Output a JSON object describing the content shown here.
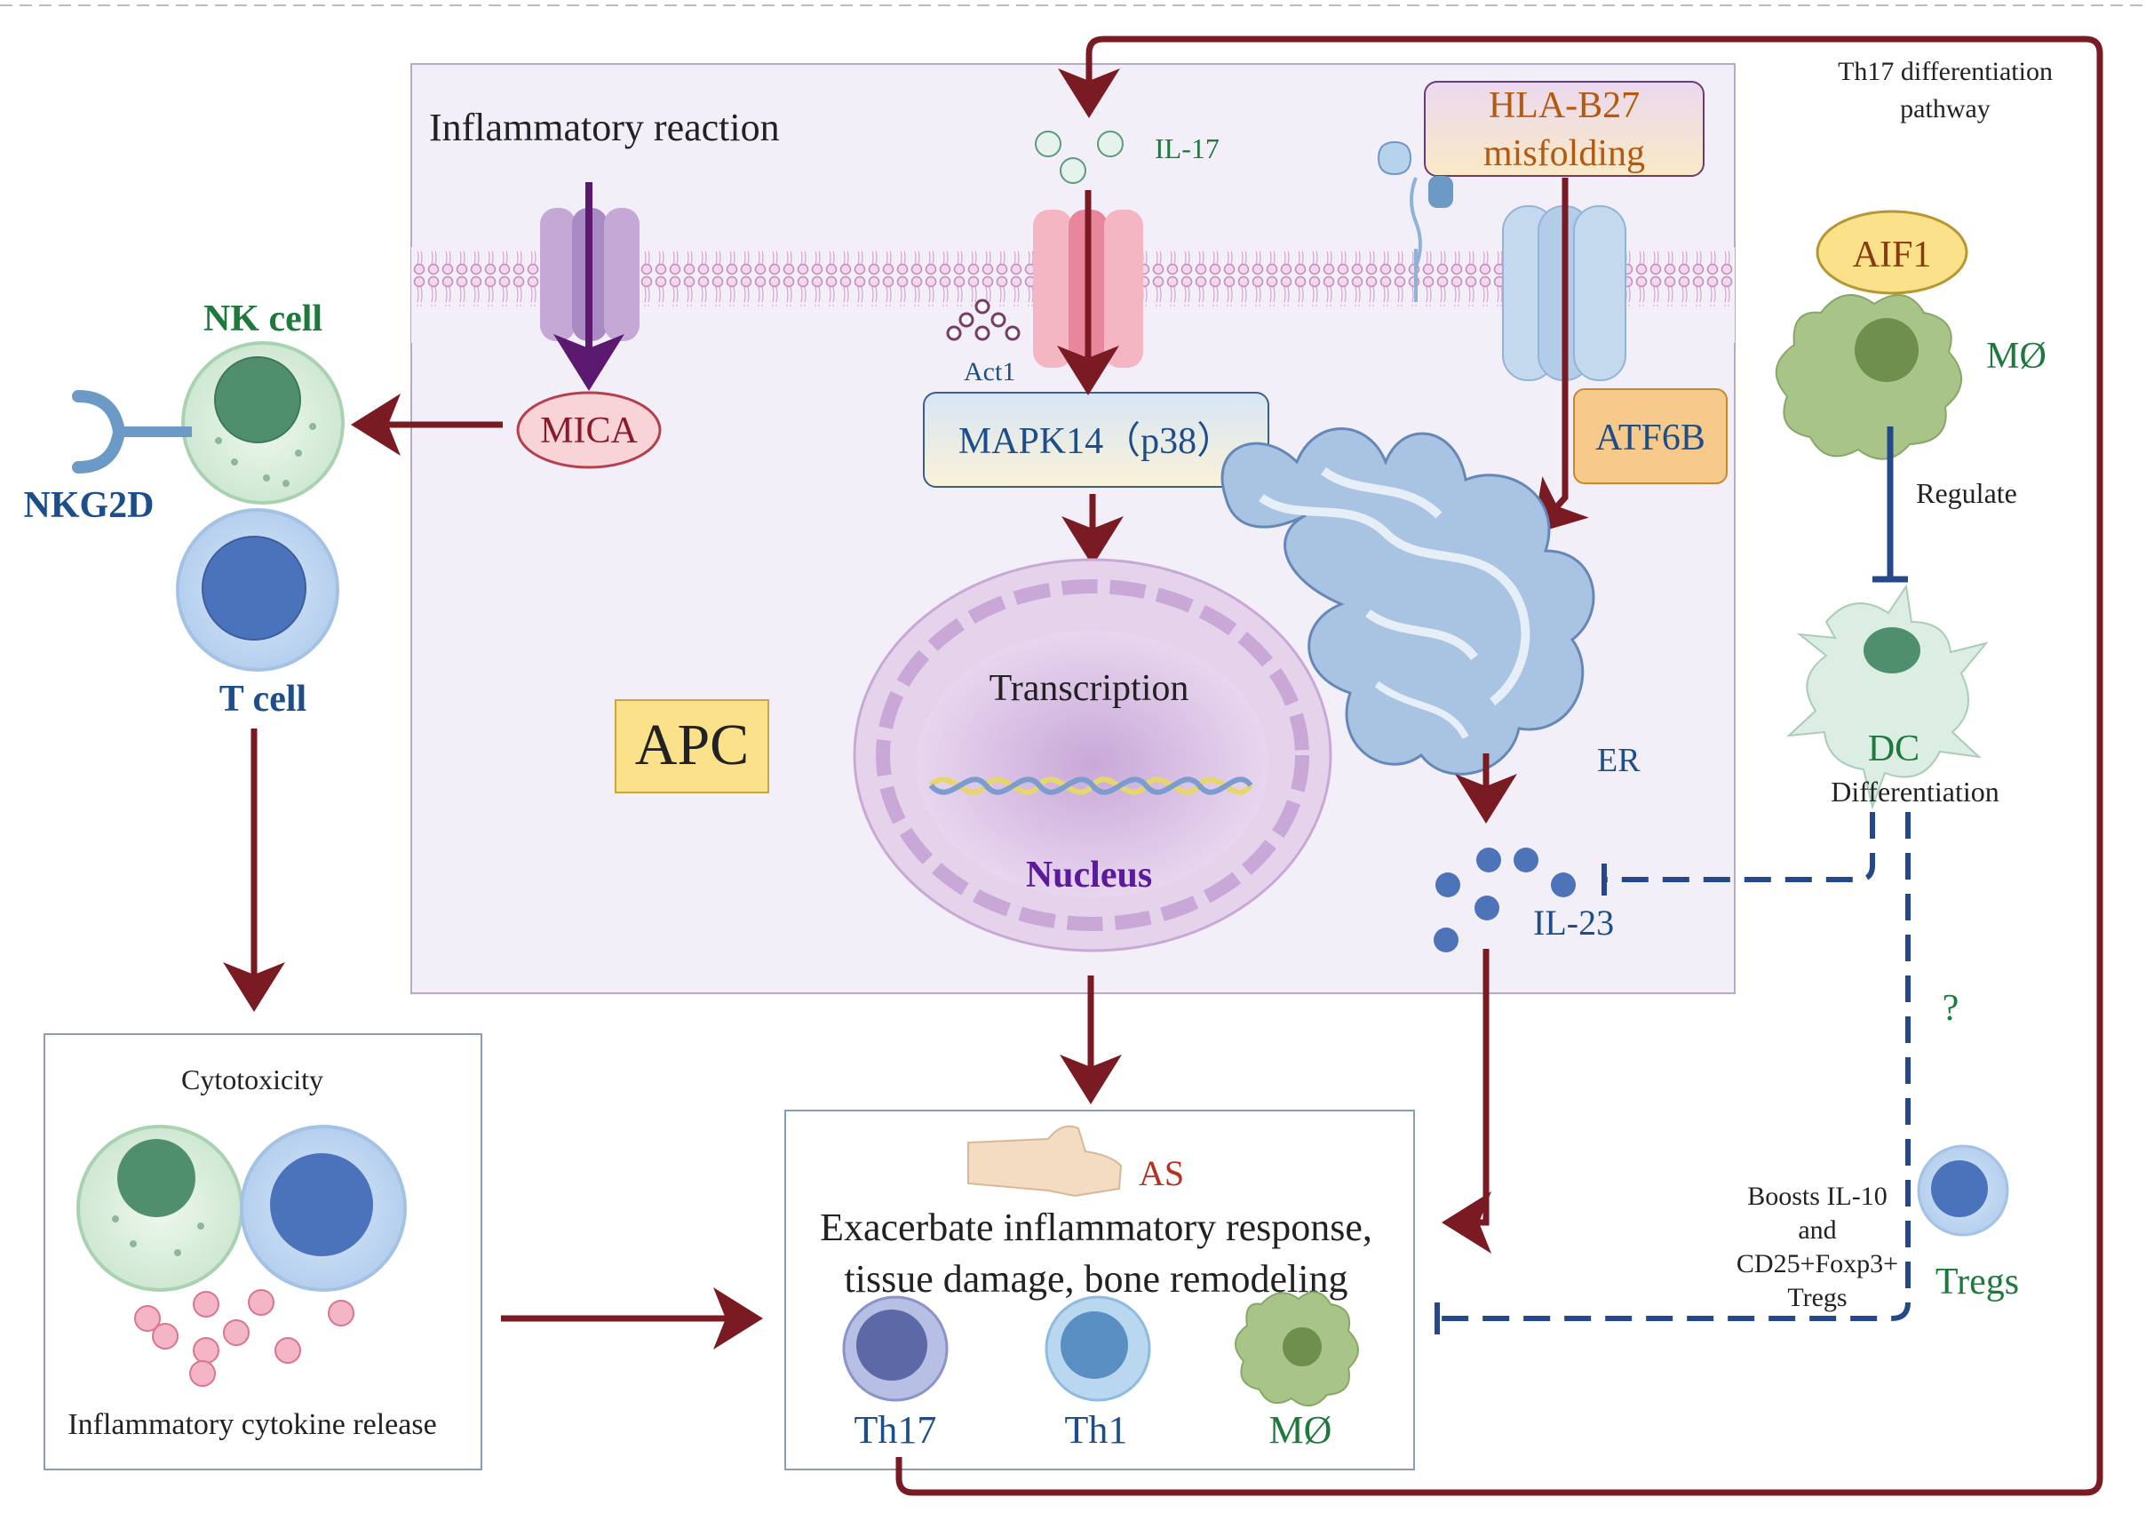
{
  "header": {
    "inflammatory_reaction": "Inflammatory reaction",
    "th17_pathway_line1": "Th17 differentiation",
    "th17_pathway_line2": "pathway"
  },
  "apc": {
    "label": "APC",
    "il17": "IL-17",
    "act1": "Act1",
    "mica": "MICA",
    "mapk14": "MAPK14（p38）",
    "hla_line1": "HLA-B27",
    "hla_line2": "misfolding",
    "atf6b": "ATF6B",
    "transcription": "Transcription",
    "nucleus": "Nucleus",
    "er": "ER",
    "il23": "IL-23"
  },
  "left": {
    "nk_cell": "NK cell",
    "nkg2d": "NKG2D",
    "t_cell": "T cell",
    "cytotoxicity": "Cytotoxicity",
    "cytokine_release": "Inflammatory cytokine release"
  },
  "right": {
    "aif1": "AIF1",
    "macrophage": "MØ",
    "regulate": "Regulate",
    "dc": "DC",
    "differentiation": "Differentiation",
    "question": "?",
    "tregs": "Tregs",
    "boosts_line1": "Boosts IL-10",
    "boosts_line2": "and",
    "boosts_line3": "CD25+Foxp3+",
    "boosts_line4": "Tregs"
  },
  "outcome": {
    "as_label": "AS",
    "line1": "Exacerbate inflammatory response,",
    "line2": "tissue damage, bone remodeling",
    "th17": "Th17",
    "th1": "Th1",
    "macrophage": "MØ"
  },
  "colors": {
    "dark_red_arrow": "#7a1a22",
    "purple_arrow": "#5b1a70",
    "dashed_blue": "#24488a",
    "green_text": "#1e7a3c",
    "blue_text": "#1c4f8a",
    "orange_text": "#b35a10",
    "apc_bg": "#f3eff8"
  }
}
